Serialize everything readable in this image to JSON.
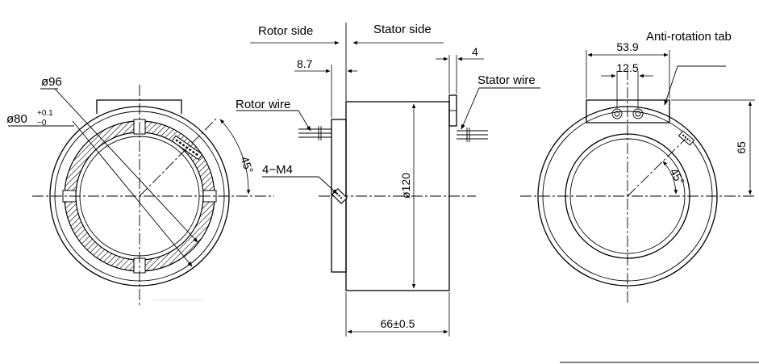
{
  "labels": {
    "rotor_side": "Rotor side",
    "stator_side": "Stator side",
    "rotor_wire": "Rotor wire",
    "stator_wire": "Stator wire",
    "anti_rotation_tab": "Anti-rotation tab",
    "mounting_holes": "4−M4"
  },
  "dimensions": {
    "outer_diameter": "ø96",
    "bore_diameter": "ø80",
    "bore_tolerance_upper": "+0.1",
    "bore_tolerance_lower": "−0",
    "angle_left": "45°",
    "angle_right": "45°",
    "rotor_flange_thickness": "8.7",
    "stator_tab_thickness": "4",
    "body_diameter": "ø120",
    "body_length": "66±0.5",
    "tab_width": "53.9",
    "tab_hole_spacing": "12.5",
    "tab_height": "65"
  },
  "colors": {
    "line": "#000000",
    "hatch": "#000000",
    "background": "#ffffff"
  }
}
